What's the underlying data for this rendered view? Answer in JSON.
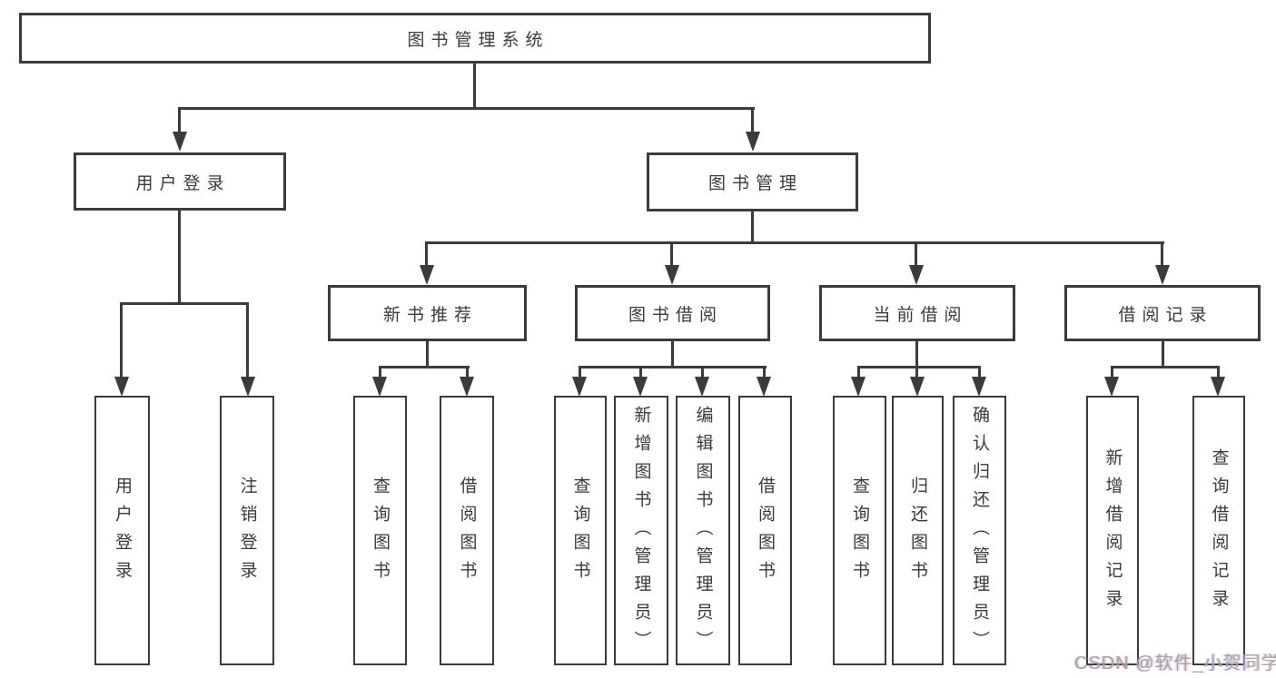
{
  "tree": {
    "root": {
      "label": "图书管理系统"
    },
    "branches": [
      {
        "label": "用户登录",
        "leaves": [
          {
            "label": "用户登录"
          },
          {
            "label": "注销登录"
          }
        ]
      },
      {
        "label": "图书管理",
        "groups": [
          {
            "label": "新书推荐",
            "leaves": [
              {
                "label": "查询图书"
              },
              {
                "label": "借阅图书"
              }
            ]
          },
          {
            "label": "图书借阅",
            "leaves": [
              {
                "label": "查询图书"
              },
              {
                "label": "新增图书（管理员）"
              },
              {
                "label": "编辑图书（管理员）"
              },
              {
                "label": "借阅图书"
              }
            ]
          },
          {
            "label": "当前借阅",
            "leaves": [
              {
                "label": "查询图书"
              },
              {
                "label": "归还图书"
              },
              {
                "label": "确认归还（管理员）"
              }
            ]
          },
          {
            "label": "借阅记录",
            "leaves": [
              {
                "label": "新增借阅记录"
              },
              {
                "label": "查询借阅记录"
              }
            ]
          }
        ]
      }
    ]
  },
  "watermark": {
    "text": "CSDN @软件_小贺同学"
  },
  "colors": {
    "line": "#3b3b3b",
    "text": "#3a3a3a",
    "background": "#ffffff",
    "watermark": "#a6a6a6"
  }
}
